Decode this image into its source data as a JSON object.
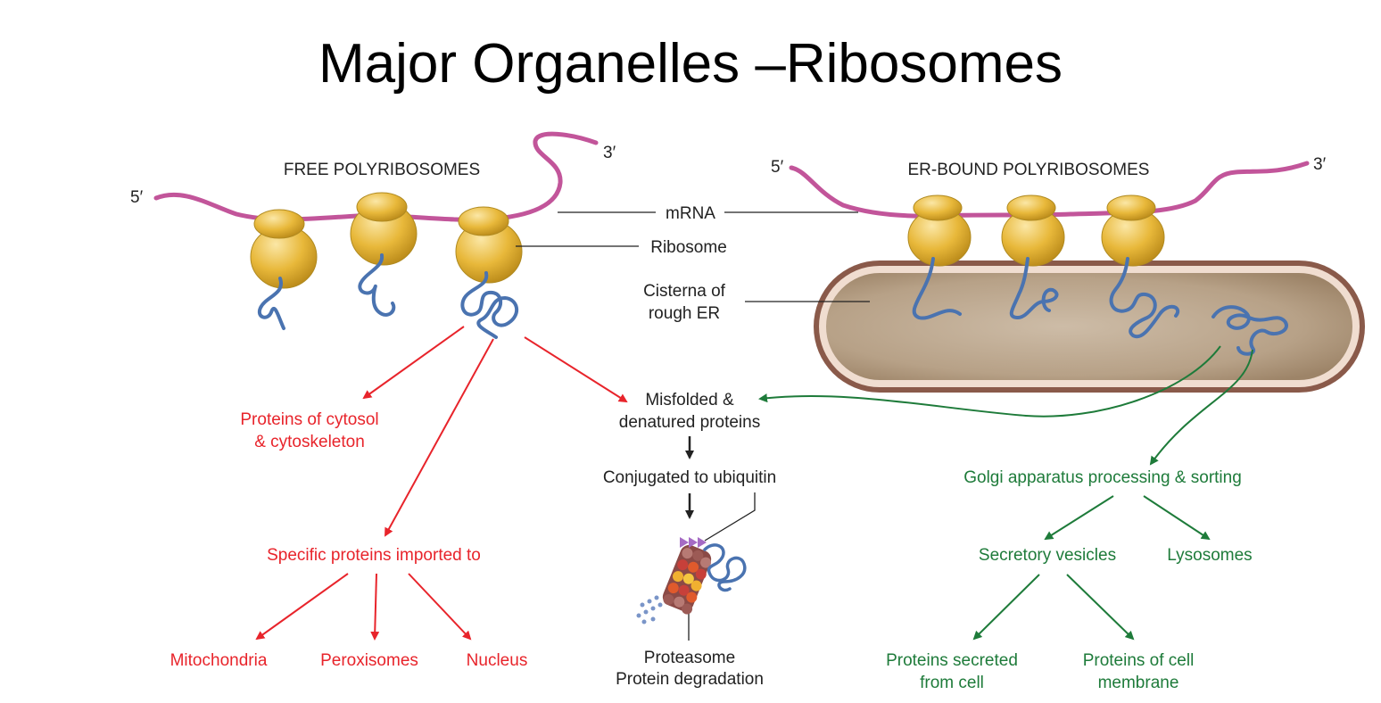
{
  "title": "Major Organelles –Ribosomes",
  "headers": {
    "free": "FREE POLYRIBOSOMES",
    "er": "ER-BOUND POLYRIBOSOMES"
  },
  "ends": {
    "free_5": "5′",
    "free_3": "3′",
    "er_5": "5′",
    "er_3": "3′"
  },
  "labels": {
    "mrna": "mRNA",
    "ribosome": "Ribosome",
    "cisterna_1": "Cisterna of",
    "cisterna_2": "rough ER"
  },
  "free_path": {
    "cytosol_1": "Proteins of cytosol",
    "cytosol_2": "& cytoskeleton",
    "imported": "Specific proteins imported to",
    "targets": [
      "Mitochondria",
      "Peroxisomes",
      "Nucleus"
    ]
  },
  "degradation": {
    "misfolded_1": "Misfolded &",
    "misfolded_2": "denatured proteins",
    "conjugated": "Conjugated to ubiquitin",
    "proteasome": "Proteasome",
    "protein_degradation": "Protein degradation"
  },
  "er_path": {
    "golgi": "Golgi apparatus processing & sorting",
    "secretory": "Secretory vesicles",
    "lysosomes": "Lysosomes",
    "secreted_1": "Proteins secreted",
    "secreted_2": "from cell",
    "membrane_1": "Proteins of cell",
    "membrane_2": "membrane"
  },
  "colors": {
    "mrna": "#c2559a",
    "ribosome": "#e8b83a",
    "protein": "#4a73b0",
    "er_fill": "#c5b29c",
    "er_rim": "#a8806a",
    "red_arrow": "#e8242b",
    "green_arrow": "#1e7b3a",
    "text": "#222222"
  }
}
